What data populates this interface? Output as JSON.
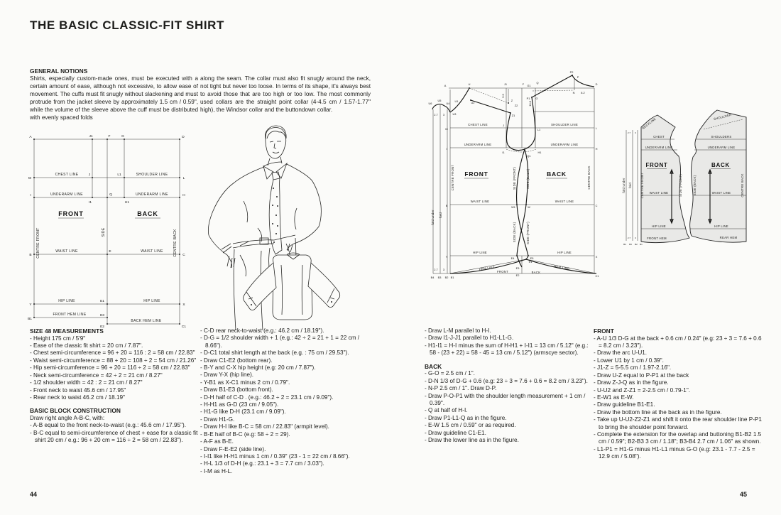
{
  "page": {
    "title": "THE BASIC CLASSIC-FIT SHIRT",
    "page_number_left": "44",
    "page_number_right": "45"
  },
  "intro": {
    "heading": "GENERAL NOTIONS",
    "col1": "Shirts, especially custom-made ones, must be executed with a certain amount of ease, although not excessive, to allow ease of movement. The cuffs must fit snugly without slackening and must protrude from the jacket sleeve by approximately 1.5 cm / 0.59\", while the volume of the sleeve above the cuff must be distributed with evenly spaced folds",
    "col2": "along the seam. The collar must also fit snugly around the neck, not tight but never too loose. In terms of its shape, it's always best to avoid those that are too high or too low. The most commonly used collars are the straight point collar (4-4.5 cm / 1.57-1.77\" high), the Windsor collar and the buttondown collar."
  },
  "measurements": {
    "heading": "SIZE 48 MEASUREMENTS",
    "items": [
      "- Height 175 cm / 5'9\"",
      "- Ease of the classic fit shirt = 20 cm / 7.87\".",
      "- Chest semi-circumference = 96 + 20 = 116 : 2 = 58 cm / 22.83\"",
      "- Waist semi-circumference = 88 + 20 = 108 ÷ 2 = 54 cm / 21.26\"",
      "- Hip semi-circumference = 96 + 20 = 116 ÷ 2 = 58 cm / 22.83\"",
      "- Neck semi-circumference = 42 ÷ 2 = 21 cm / 8.27\"",
      "- 1/2 shoulder width = 42 : 2 = 21 cm / 8.27\"",
      "- Front neck to waist 45.6 cm / 17.95\"",
      "- Rear neck to waist 46.2 cm / 18.19\""
    ]
  },
  "construction": {
    "heading": "BASIC BLOCK CONSTRUCTION",
    "intro": "Draw right angle A-B-C, with:",
    "items": [
      "- A-B equal to the front neck-to-waist (e.g.: 45.6 cm / 17.95\").",
      "- B-C equal to semi-circumference of chest + ease for a classic fit shirt 20 cm / e.g.: 96 + 20 cm = 116 ÷ 2 = 58 cm / 22.83\")."
    ]
  },
  "steps_col2": {
    "items": [
      "- C-D rear neck-to-waist (e.g.: 46.2 cm / 18.19\").",
      "- D-G = 1/2 shoulder width + 1 (e.g.: 42 ÷ 2 = 21 + 1 = 22 cm / 8.66\").",
      "- D-C1 total shirt length at the back (e.g. : 75 cm / 29.53\").",
      "- Draw C1-E2 (bottom rear).",
      "- B-Y and C-X hip height (e.g: 20 cm / 7.87\").",
      "- Draw Y-X (hip line).",
      "- Y-B1 as X-C1 minus 2 cm / 0.79\".",
      "- Draw B1-E3 (bottom front).",
      "- D-H half of C-D . (e.g.: 46.2 ÷ 2 = 23.1 cm / 9.09\").",
      "- H-H1 as G-D (23 cm / 9.05\").",
      "- H1-G like D-H (23.1 cm / 9.09\").",
      "- Draw H1-G.",
      "- Draw H-I like B-C = 58 cm / 22.83\" (armpit level).",
      "- B-E half of B-C (e.g: 58 ÷ 2 = 29).",
      "- A-F as B-E.",
      "- Draw F-E-E2 (side line).",
      "- I-I1 like H-H1 minus 1 cm / 0.39\" (23 - 1 = 22 cm / 8.66\").",
      "- H-L 1/3 of D-H (e.g.: 23.1 ÷ 3 = 7.7 cm / 3.03\").",
      "- I-M as H-L."
    ]
  },
  "steps_col3": {
    "items": [
      "- Draw L-M parallel to H-I.",
      "- Draw I1-J-J1 parallel to H1-L1-G.",
      "- H1-I1 = H-I minus the sum of H-H1 + I-I1 = 13 cm / 5.12\" (e.g.: 58 - (23 + 22) = 58 - 45 = 13 cm / 5.12\") (armscye sector)."
    ]
  },
  "back_section": {
    "heading": "BACK",
    "items": [
      "- G-O = 2.5 cm / 1\".",
      "- D-N 1/3 of D-G + 0.6 (e.g: 23 ÷ 3 = 7.6 + 0.6 = 8.2 cm / 3.23\").",
      "- N-P 2.5 cm / 1\". Draw D-P.",
      "- Draw P-O-P1 with the shoulder length measurement + 1 cm / 0.39\".",
      "- Q at half of H-I.",
      "- Draw P1-L1-Q as in the figure.",
      "- E-W 1.5 cm / 0.59\" or as required.",
      "- Draw guideline C1-E1.",
      "- Draw the lower line as in the figure."
    ]
  },
  "front_section": {
    "heading": "FRONT",
    "items": [
      "- A-U 1/3 D-G at the back + 0.6 cm / 0.24\" (e.g: 23 ÷ 3 = 7.6 + 0.6 = 8.2 cm / 3.23\").",
      "- Draw the arc U-U1.",
      "- Lower U1 by 1 cm / 0.39\".",
      "- J1-Z = 5-5.5 cm / 1.97-2.16\".",
      "- Draw U-Z equal to P-P1 at the back",
      "- Draw Z-J-Q as in the figure.",
      "- U-U2 and Z-Z1 = 2-2.5 cm / 0.79-1\".",
      "- E-W1 as E-W.",
      "- Draw guideline B1-E1.",
      "- Draw the bottom line at the back as in the figure.",
      "- Take up U-U2-Z2-Z1 and shift it onto the rear shoulder line P-P1 to bring the shoulder point forward.",
      "- Complete the extension for the overlap and buttoning B1-B2 1.5 cm / 0.59\"; B2-B3 3 cm / 1.18\"; B3-B4 2.7 cm / 1.06\" as shown.",
      "- L1-P1 = H1-G minus H1-L1 minus G-O (e.g: 23.1 - 7.7 - 2.5 = 12.9 cm / 5.08\")."
    ]
  },
  "labels": {
    "chest_line": "CHEST LINE",
    "shoulder_line": "SHOULDER LINE",
    "underarm_line": "UNDERARM LINE",
    "waist_line": "WAIST LINE",
    "hip_line": "HIP LINE",
    "hem_line": "HEM LINE",
    "front_hem_line": "FRONT HEM LINE",
    "back_hem_line": "BACK HEM LINE",
    "front": "FRONT",
    "back": "BACK",
    "side": "SIDE",
    "side_front": "SIDE (FRONT)",
    "side_back": "SIDE (BACK)",
    "centre_front": "CENTRE FRONT",
    "centre_back": "CENTRE BACK",
    "fold": "fold",
    "fold_under": "fold under",
    "neckline": "NECKLINE",
    "shoulder": "SHOULDER",
    "shoulders": "SHOULDERS",
    "chest": "CHEST",
    "front_hem": "FRONT HEM",
    "rear_hem": "REAR HEM"
  },
  "pts": {
    "A": "A",
    "B": "B",
    "B1": "B1",
    "B2": "B2",
    "B3": "B3",
    "B4": "B4",
    "C": "C",
    "C1": "C1",
    "D": "D",
    "E": "E",
    "E1": "E1",
    "E2": "E2",
    "E3": "E3",
    "E4": "E4",
    "E5": "E5",
    "F": "F",
    "G": "G",
    "G1": "G1",
    "H": "H",
    "H1": "H1",
    "I": "I",
    "I1": "I1",
    "J": "J",
    "J1": "J1",
    "L": "L",
    "L1": "L1",
    "M": "M",
    "N": "N",
    "O": "O",
    "P": "P",
    "P1": "P1",
    "P2": "P2",
    "Q": "Q",
    "Q1": "Q1",
    "U": "U",
    "U1": "U1",
    "U2": "U2",
    "U3": "U3",
    "U4": "U4",
    "U5": "U5",
    "U6": "U6",
    "W": "W",
    "W1": "W1",
    "X": "X",
    "Y": "Y",
    "Z": "Z",
    "Z1": "Z1",
    "Z2": "Z2"
  },
  "dims": {
    "d27": "2.7",
    "d3": "3",
    "d55": "5.5",
    "d82": "8.2",
    "d138": "13.8"
  }
}
